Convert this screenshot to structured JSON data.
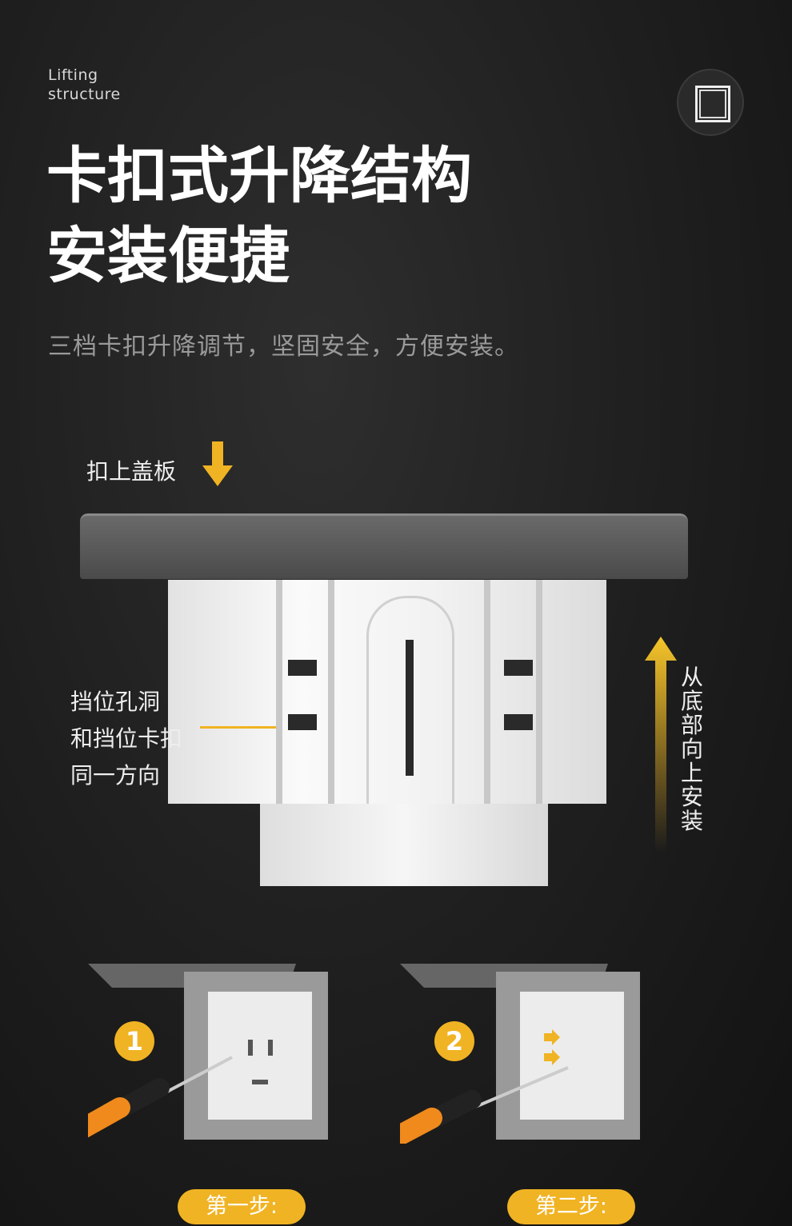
{
  "header": {
    "en_line1": "Lifting",
    "en_line2": "structure",
    "icon": "socket-frame-icon"
  },
  "title": {
    "line1": "卡扣式升降结构",
    "line2": "安装便捷"
  },
  "subtitle": "三档卡扣升降调节，坚固安全，方便安装。",
  "diagram": {
    "cover_label": "扣上盖板",
    "side_label_lines": [
      "挡位孔洞",
      "和挡位卡扣",
      "同一方向"
    ],
    "vertical_label": "从底部向上安装"
  },
  "steps": [
    {
      "number": "1",
      "label": "第一步:"
    },
    {
      "number": "2",
      "label": "第二步:"
    }
  ],
  "colors": {
    "accent": "#f0b323",
    "background": "#1c1c1c"
  }
}
